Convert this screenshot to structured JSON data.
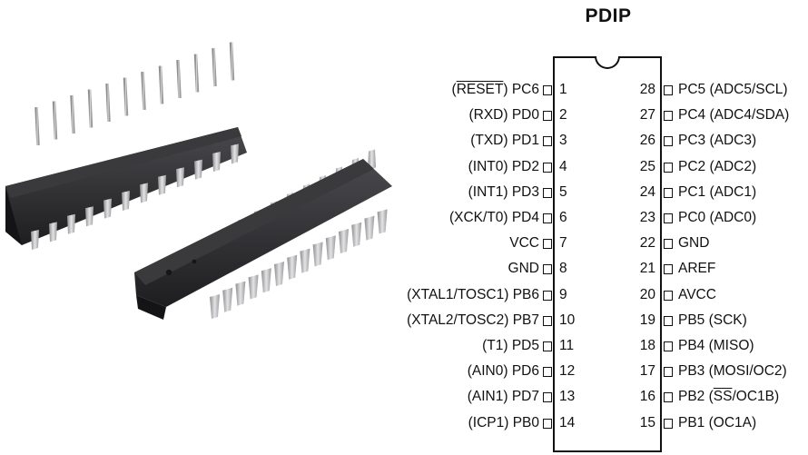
{
  "package": "PDIP",
  "left_pins": [
    {
      "num": "1",
      "pre": "(",
      "over": "RESET",
      "post": ") PC6"
    },
    {
      "num": "2",
      "pre": "(RXD) PD0"
    },
    {
      "num": "3",
      "pre": "(TXD) PD1"
    },
    {
      "num": "4",
      "pre": "(INT0) PD2"
    },
    {
      "num": "5",
      "pre": "(INT1) PD3"
    },
    {
      "num": "6",
      "pre": "(XCK/T0) PD4"
    },
    {
      "num": "7",
      "pre": "VCC"
    },
    {
      "num": "8",
      "pre": "GND"
    },
    {
      "num": "9",
      "pre": "(XTAL1/TOSC1) PB6"
    },
    {
      "num": "10",
      "pre": "(XTAL2/TOSC2) PB7"
    },
    {
      "num": "11",
      "pre": "(T1) PD5"
    },
    {
      "num": "12",
      "pre": "(AIN0) PD6"
    },
    {
      "num": "13",
      "pre": "(AIN1) PD7"
    },
    {
      "num": "14",
      "pre": "(ICP1) PB0"
    }
  ],
  "right_pins": [
    {
      "num": "28",
      "pre": "PC5 (ADC5/SCL)"
    },
    {
      "num": "27",
      "pre": "PC4 (ADC4/SDA)"
    },
    {
      "num": "26",
      "pre": "PC3 (ADC3)"
    },
    {
      "num": "25",
      "pre": "PC2 (ADC2)"
    },
    {
      "num": "24",
      "pre": "PC1 (ADC1)"
    },
    {
      "num": "23",
      "pre": "PC0 (ADC0)"
    },
    {
      "num": "22",
      "pre": "GND"
    },
    {
      "num": "21",
      "pre": "AREF"
    },
    {
      "num": "20",
      "pre": "AVCC"
    },
    {
      "num": "19",
      "pre": "PB5 (SCK)"
    },
    {
      "num": "18",
      "pre": "PB4 (MISO)"
    },
    {
      "num": "17",
      "pre": "PB3 (MOSI/OC2)"
    },
    {
      "num": "16",
      "pre": "PB2 (",
      "over": "SS",
      "post": "/OC1B)"
    },
    {
      "num": "15",
      "pre": "PB1 (OC1A)"
    }
  ],
  "colors": {
    "ink": "#111111",
    "chip_dark": "#2b2b2d",
    "chip_mid": "#3a3a3d",
    "pin_metal": "#c7c7c9"
  }
}
